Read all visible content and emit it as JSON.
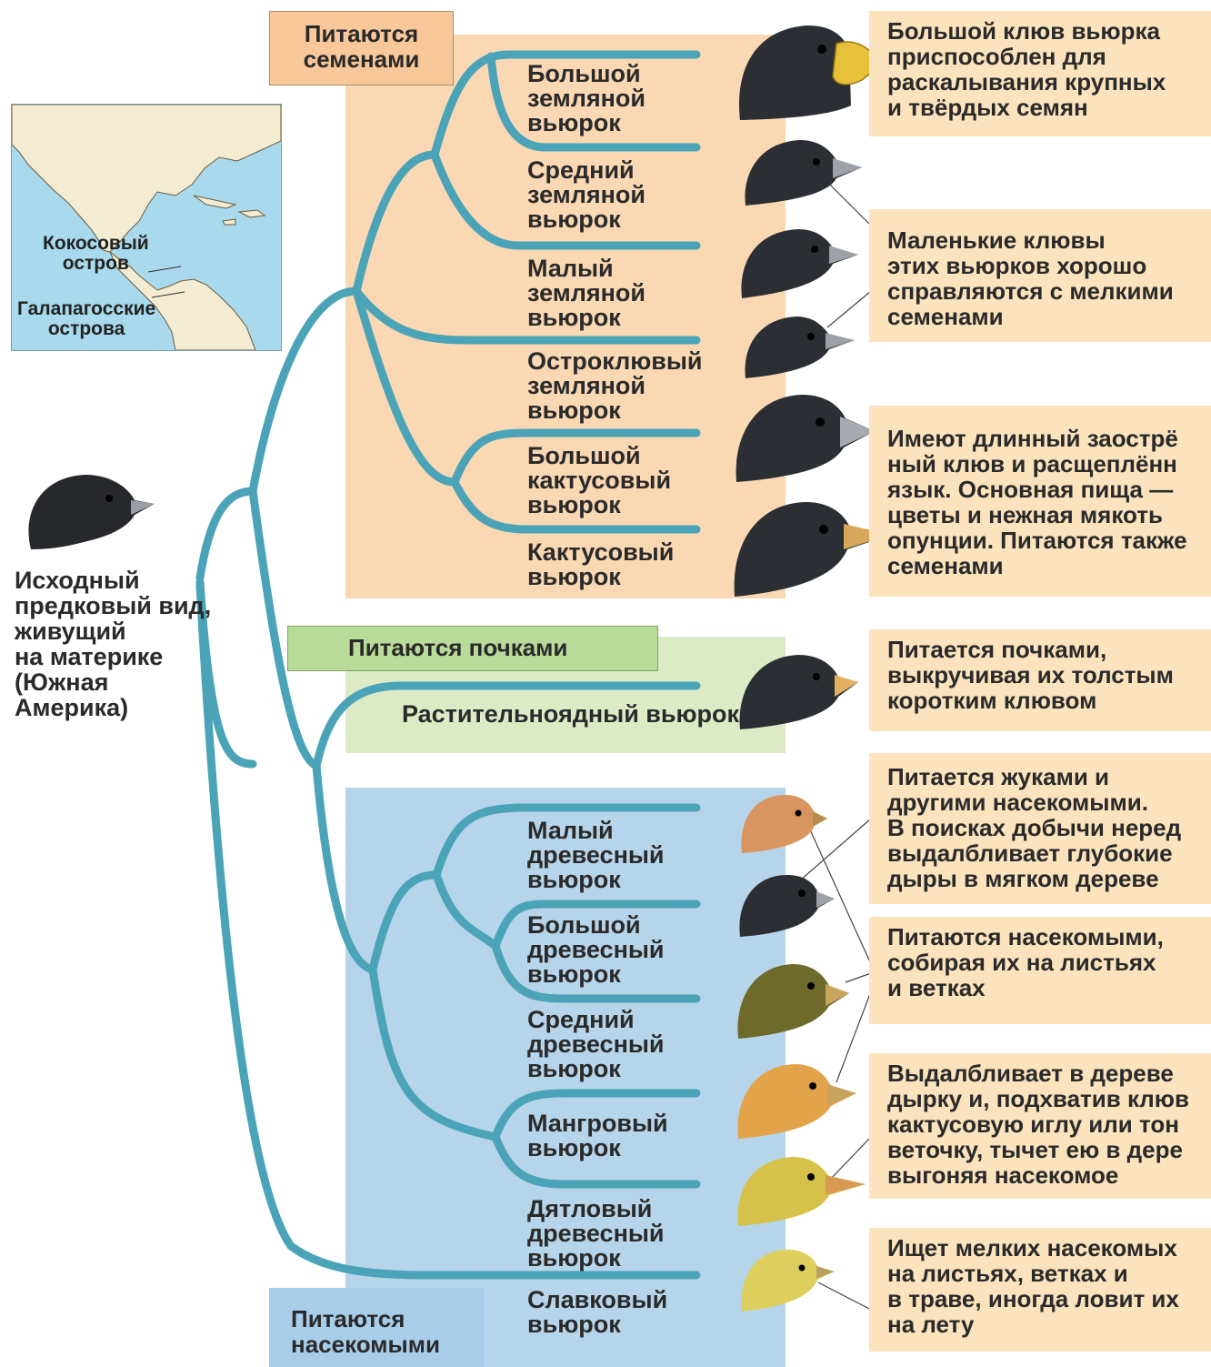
{
  "tags": {
    "seeds": [
      "Питаются",
      "семенами"
    ],
    "buds": "Питаются почками",
    "insects": [
      "Питаются",
      "насекомыми"
    ]
  },
  "map": {
    "cocos": [
      "Кокосовый",
      "остров"
    ],
    "galapagos": [
      "Галапагосские",
      "острова"
    ]
  },
  "ancestor": [
    "Исходный",
    "предковый вид,",
    "живущий",
    "на материке",
    "(Южная",
    "Америка)"
  ],
  "species": {
    "large_ground": [
      "Большой",
      "земляной",
      "вьюрок"
    ],
    "medium_ground": [
      "Средний",
      "земляной",
      "вьюрок"
    ],
    "small_ground": [
      "Малый",
      "земляной",
      "вьюрок"
    ],
    "sharp_beaked": [
      "Остроклювый",
      "земляной",
      "вьюрок"
    ],
    "large_cactus": [
      "Большой",
      "кактусовый",
      "вьюрок"
    ],
    "cactus": [
      "Кактусовый",
      "вьюрок"
    ],
    "vegetarian": "Растительноядный вьюрок",
    "small_tree": [
      "Малый",
      "древесный",
      "вьюрок"
    ],
    "large_tree": [
      "Большой",
      "древесный",
      "вьюрок"
    ],
    "medium_tree": [
      "Средний",
      "древесный",
      "вьюрок"
    ],
    "mangrove": [
      "Мангровый",
      "вьюрок"
    ],
    "woodpecker": [
      "Дятловый",
      "древесный",
      "вьюрок"
    ],
    "warbler": [
      "Славковый",
      "вьюрок"
    ]
  },
  "descriptions": {
    "big_beak": [
      "Большой клюв вьюрка",
      "приспособлен для",
      "раскалывания крупных",
      "и твёрдых семян"
    ],
    "small_beaks": [
      "Маленькие клювы",
      "этих вьюрков хорошо",
      "справляются с мелкими",
      "семенами"
    ],
    "long_beak": [
      "Имеют длинный заострё",
      "ный клюв и расщеплённ",
      "язык. Основная пища —",
      "цветы и нежная мякоть",
      "опунции. Питаются также",
      "семенами"
    ],
    "buds": [
      "Питается почками,",
      "выкручивая их толстым",
      "коротким клювом"
    ],
    "beetles": [
      "Питается жуками и",
      "другими насекомыми.",
      "В поисках добычи неред",
      "выдалбливает глубокие",
      "дыры в мягком дереве"
    ],
    "leaves": [
      "Питаются насекомыми,",
      "собирая их на листьях",
      "и ветках"
    ],
    "tool_use": [
      "Выдалбливает в дереве",
      "дырку и, подхватив клюв",
      "кактусовую иглу или тон",
      "веточку, тычет ею в дере",
      "выгоняя насекомое"
    ],
    "small_insects": [
      "Ищет мелких насекомых",
      "на листьях, ветках и",
      "в траве, иногда ловит их",
      "на лету"
    ]
  }
}
